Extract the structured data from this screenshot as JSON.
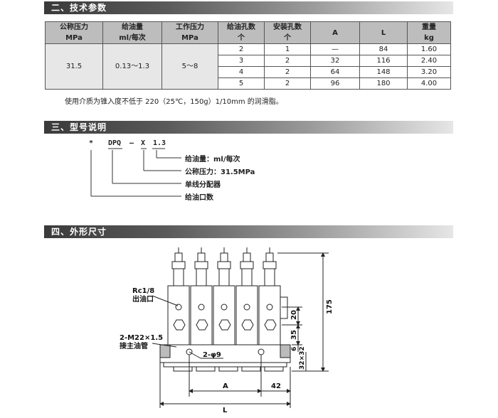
{
  "sections": {
    "tech": "二、技术参数",
    "model": "三、型号说明",
    "dims": "四、外形尺寸"
  },
  "spec_table": {
    "headers": [
      [
        "公称压力",
        "MPa"
      ],
      [
        "给油量",
        "ml/每次"
      ],
      [
        "工作压力",
        "MPa"
      ],
      [
        "给油孔数",
        "个"
      ],
      [
        "安装孔数",
        "个"
      ],
      [
        "A",
        ""
      ],
      [
        "L",
        ""
      ],
      [
        "重量",
        "kg"
      ]
    ],
    "merged": [
      "31.5",
      "0.13～1.3",
      "5～8"
    ],
    "rows": [
      [
        "2",
        "1",
        "—",
        "84",
        "1.60"
      ],
      [
        "3",
        "2",
        "32",
        "116",
        "2.40"
      ],
      [
        "4",
        "2",
        "64",
        "148",
        "3.20"
      ],
      [
        "5",
        "2",
        "96",
        "180",
        "4.00"
      ]
    ]
  },
  "note": "使用介质为锥入度不低于 220（25℃，150g）1/10mm 的润滑脂。",
  "model_code": {
    "parts": [
      "*",
      "DPQ",
      "–",
      "X",
      "1.3"
    ],
    "descriptions": [
      "给油量：ml/每次",
      "公称压力：31.5MPa",
      "单线分配器",
      "给油口数"
    ]
  },
  "drawing": {
    "outlet_label": [
      "Rc1/8",
      "出油口"
    ],
    "main_port_label": [
      "2-M22×1.5",
      "接主油管"
    ],
    "hole_label": "2-φ9",
    "dims": {
      "height_total": "175",
      "d20": "20",
      "d35": "35",
      "d6": "6",
      "d32x32": "32×32",
      "A": "A",
      "d42": "42",
      "L": "L"
    }
  }
}
